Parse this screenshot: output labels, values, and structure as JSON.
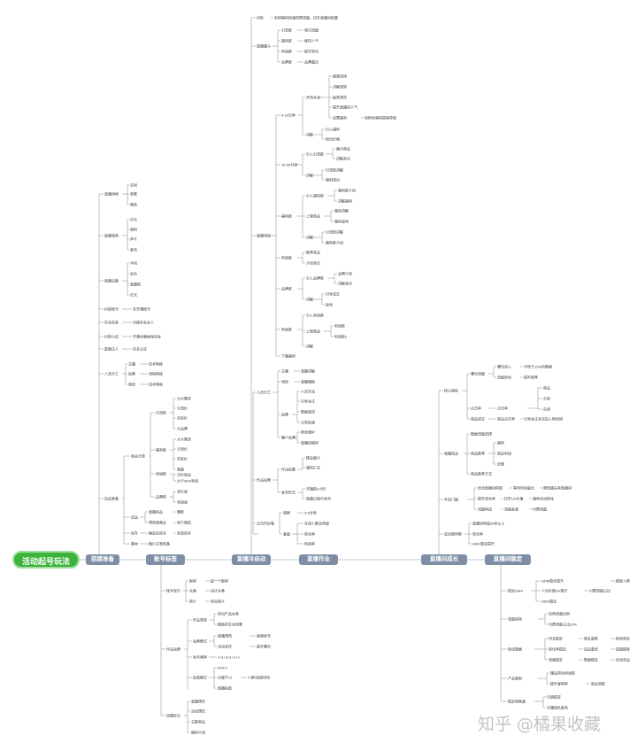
{
  "colors": {
    "root": "#3cb43c",
    "section": "#7d8ea6",
    "line": "#8c9bb0",
    "text": "#333333",
    "watermark": "#c4c4c4"
  },
  "root": {
    "label": "活动起号玩法"
  },
  "sections": [
    {
      "label": "前期准备"
    },
    {
      "label": "账号标签"
    },
    {
      "label": "直播冷启动"
    },
    {
      "label": "直播作业"
    },
    {
      "label": "直播间成长"
    },
    {
      "label": "直播间稳定"
    }
  ],
  "s0": {
    "n0": "直播场地",
    "n0c": [
      "空间",
      "背景",
      "隔音"
    ],
    "n1": "直播道具",
    "n1c": [
      "灯光",
      "相机",
      "声卡",
      "麦克"
    ],
    "n2": "直播设备",
    "n2c": [
      "手机",
      "云台",
      "直播架",
      "灯光"
    ],
    "n3": "抖音账号",
    "n3c": "实名认证",
    "n3cc": "未开通账号",
    "n4": "实名信息",
    "n4c": "对接实名本人",
    "n5": "抖音小店",
    "n5c": "开通并缴纳保证金",
    "n6": "星图达人",
    "n6c": "实名认证",
    "n7": "人员分工",
    "n7c": [
      "主播",
      "运营",
      "场控"
    ],
    "n7cc": [
      "话术熟练",
      "流程熟练",
      "话术熟练"
    ],
    "n8": "货品准备",
    "n8a": "商品分类",
    "n8a1": "引流款",
    "n8a1c": [
      "大众需求",
      "引流价",
      "实际价",
      "大品牌"
    ],
    "n8a2": "福利款",
    "n8a2c": [
      "大众需求",
      "引流价",
      "实际价",
      "限量"
    ],
    "n8a3": "利润款",
    "n8a3c": [
      "正价商品",
      "大于30%利润"
    ],
    "n8a4": "品牌款",
    "n8a4c": [
      "单价高",
      "利润高"
    ],
    "n8b": "选品",
    "n8bc": [
      "直播间品",
      "预热视频品"
    ],
    "n8bcc": [
      "爆款",
      "线下铺货"
    ],
    "n8c": "库存",
    "n8cc": "确定好库存",
    "n8ccc": "实现库存",
    "n8d": "素材",
    "n8dc": "图片文案准备"
  },
  "s1": {
    "a": "账号定位",
    "ac": [
      "昵称",
      "头像",
      "简介"
    ],
    "acc": [
      "起一个昵称",
      "设计头像",
      "突出简介"
    ],
    "b": "作品运营",
    "b1": "作品类型",
    "b1c": [
      "突出产品本身",
      "精致的生活场景"
    ],
    "b2": "运营模式",
    "b2c": [
      "直播预热",
      "活动宣传"
    ],
    "b2cc": [
      "高频发布",
      "提升曝光"
    ],
    "b3": "发布频率",
    "b3c": "1+1+3+1+1+1",
    "b4": "投放模式",
    "b4c": [
      "DOU+",
      "巨量千川",
      "直播投放"
    ],
    "b4cc": "人群/投放时间",
    "c": "话题标注",
    "cc": [
      "直播预告",
      "活动预告",
      "主推商品",
      "福利介绍"
    ]
  },
  "s2": {
    "goal": "目标",
    "goalc": "利用福利快速积攒流量，拉升直播间权重",
    "funnel": "直播漏斗",
    "funnelc": [
      "引流款",
      "福利款",
      "利润款",
      "品牌款"
    ],
    "funnelcc": [
      "吸引流量",
      "维持人气",
      "提升转化",
      "品牌露出"
    ],
    "flow": "直播流程",
    "p1": "0-15分钟",
    "p1a": "开场互动",
    "p1ac": [
      "感谢进场",
      "讲解规则",
      "抽奖预告",
      "提升直播间人气",
      "设置福利"
    ],
    "p1acc": "给粉丝福利提高停留",
    "p1b": "讲解",
    "p1bc": [
      "引入福利",
      "给出价格"
    ],
    "p2": "15-30分钟",
    "p2a": "引入引流款",
    "p2ac": [
      "展示商品",
      "讲解卖点"
    ],
    "p2b": "讲解",
    "p2bc": [
      "引流款讲解",
      "福利放出"
    ],
    "p3": "福利款",
    "p3a": "引入福利款",
    "p3ac": [
      "福利款介绍",
      "讲解福利"
    ],
    "p3b": "上架商品",
    "p3bc": [
      "福利讲解",
      "福利返场"
    ],
    "p3c": "讲解",
    "p3cc": [
      "引流款讲解",
      "福利款介绍"
    ],
    "p4": "利润款",
    "p4c": [
      "推荐单品",
      "介绍卖点"
    ],
    "p5": "品牌款",
    "p5a": "引入品牌款",
    "p5ac": [
      "品牌介绍",
      "讲解卖点"
    ],
    "p5b": "讲解",
    "p5bc": [
      "引导成交",
      "返场"
    ],
    "p6": "利润款",
    "p6a": "引入利润款",
    "p6b": "上架商品",
    "p6bc": [
      "利润款",
      "利润款2"
    ],
    "p6c": "讲解",
    "p7": "下播福利"
  },
  "s3": {
    "a": "人员分工",
    "ac": [
      "主播",
      "场控",
      "运营"
    ],
    "acc": [
      "直播讲解",
      "直播辅助"
    ],
    "accc": [
      "人员互动",
      "引导关注",
      "数据监控",
      "订单处理"
    ],
    "a4": "客户运营",
    "a4c": [
      "粉丝维护",
      "直播间福利"
    ],
    "b": "作品运营",
    "b1": "作品标题",
    "b1c": [
      "精品展示",
      "福利汇总"
    ],
    "b2": "发布形式",
    "b2c": [
      "开播前2小时",
      "直播过程中发布"
    ],
    "c": "点击作好看",
    "c1": "观察",
    "c1c": "3-5分钟",
    "c2": "复盘",
    "c2c": [
      "在线人数及停留",
      "转化率",
      "利润率"
    ]
  },
  "s4": {
    "a": "核心指标",
    "a1": "曝光流量",
    "a1c": [
      "曝光进入",
      "流量转化"
    ],
    "a1cc": [
      "不低于10%的数据",
      "提升推荐"
    ],
    "a2": "点击率",
    "a2c": "点击率",
    "a2cc": [
      "商品",
      "分享",
      "在线"
    ],
    "a3": "商品成交",
    "a3c": "商品点击率",
    "a3cc": "引导关注并且加入粉丝团",
    "b": "直播选品",
    "b1": "数据流量选择",
    "b2": "商品推荐",
    "b2c": [
      "福利",
      "商品利润",
      "优惠"
    ],
    "b3": "商品推荐方式",
    "c": "开启门槛",
    "c1": "优化直播间停留",
    "c1c": "等待时间超长",
    "c1cc": "降低跳失率直播间",
    "c2": "提升转化率",
    "c2c": "拉升UV价值",
    "c2cc": "福利活动转化",
    "c3": "流量构成",
    "c3c": "流量来源",
    "c3cc": "付费流量",
    "d": "成长期判断",
    "dc": [
      "直播间停留30秒以上",
      "转化率",
      "GMV稳定提升"
    ]
  },
  "s5": {
    "a": "稳定GMV",
    "ac": [
      "GPM稳步提升",
      "人均价值UV提升",
      "GMV稳定"
    ],
    "acc": "付费流量占比",
    "accc": "精准人群",
    "b": "流量结构",
    "bc": [
      "自然流量比例",
      "付费流量占比20%"
    ],
    "c": "转化数据",
    "cc": [
      "时长稳定",
      "转化率稳定",
      "流量稳定"
    ],
    "ccc": [
      "增长趋势",
      "选品更优",
      "数据稳定"
    ],
    "cccc": [
      "粉丝增长",
      "投放精准",
      "优化选品"
    ],
    "d": "产品策划",
    "dc": [
      "爆品带动利润款",
      "提升复购率"
    ],
    "dcc": "新品测款",
    "e": "稳定销售量",
    "ec": [
      "日销稳定",
      "主播团队配合"
    ]
  },
  "watermark": "知乎 @橘果收藏"
}
